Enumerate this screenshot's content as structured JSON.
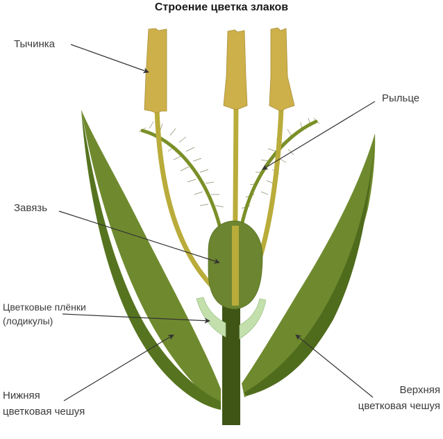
{
  "title": "Строение цветка злаков",
  "labels": {
    "stamen": "Тычинка",
    "stigma": "Рыльце",
    "ovary": "Завязь",
    "lodicules_line1": "Цветковые плёнки",
    "lodicules_line2": "(лодикулы)",
    "lower_scale_line1": "Нижняя",
    "lower_scale_line2": "цветковая чешуя",
    "upper_scale_line1": "Верхняя",
    "upper_scale_line2": "цветковая чешуя"
  },
  "colors": {
    "anther": "#cdb04a",
    "filament": "#b9ac3a",
    "leaf_light": "#6f8a2e",
    "leaf_dark": "#4f6b1c",
    "stem": "#3f5515",
    "ovary": "#6c8530",
    "lodicule": "#c3e0ac",
    "stigma_branch": "#7a9028",
    "arrow": "#333333"
  }
}
